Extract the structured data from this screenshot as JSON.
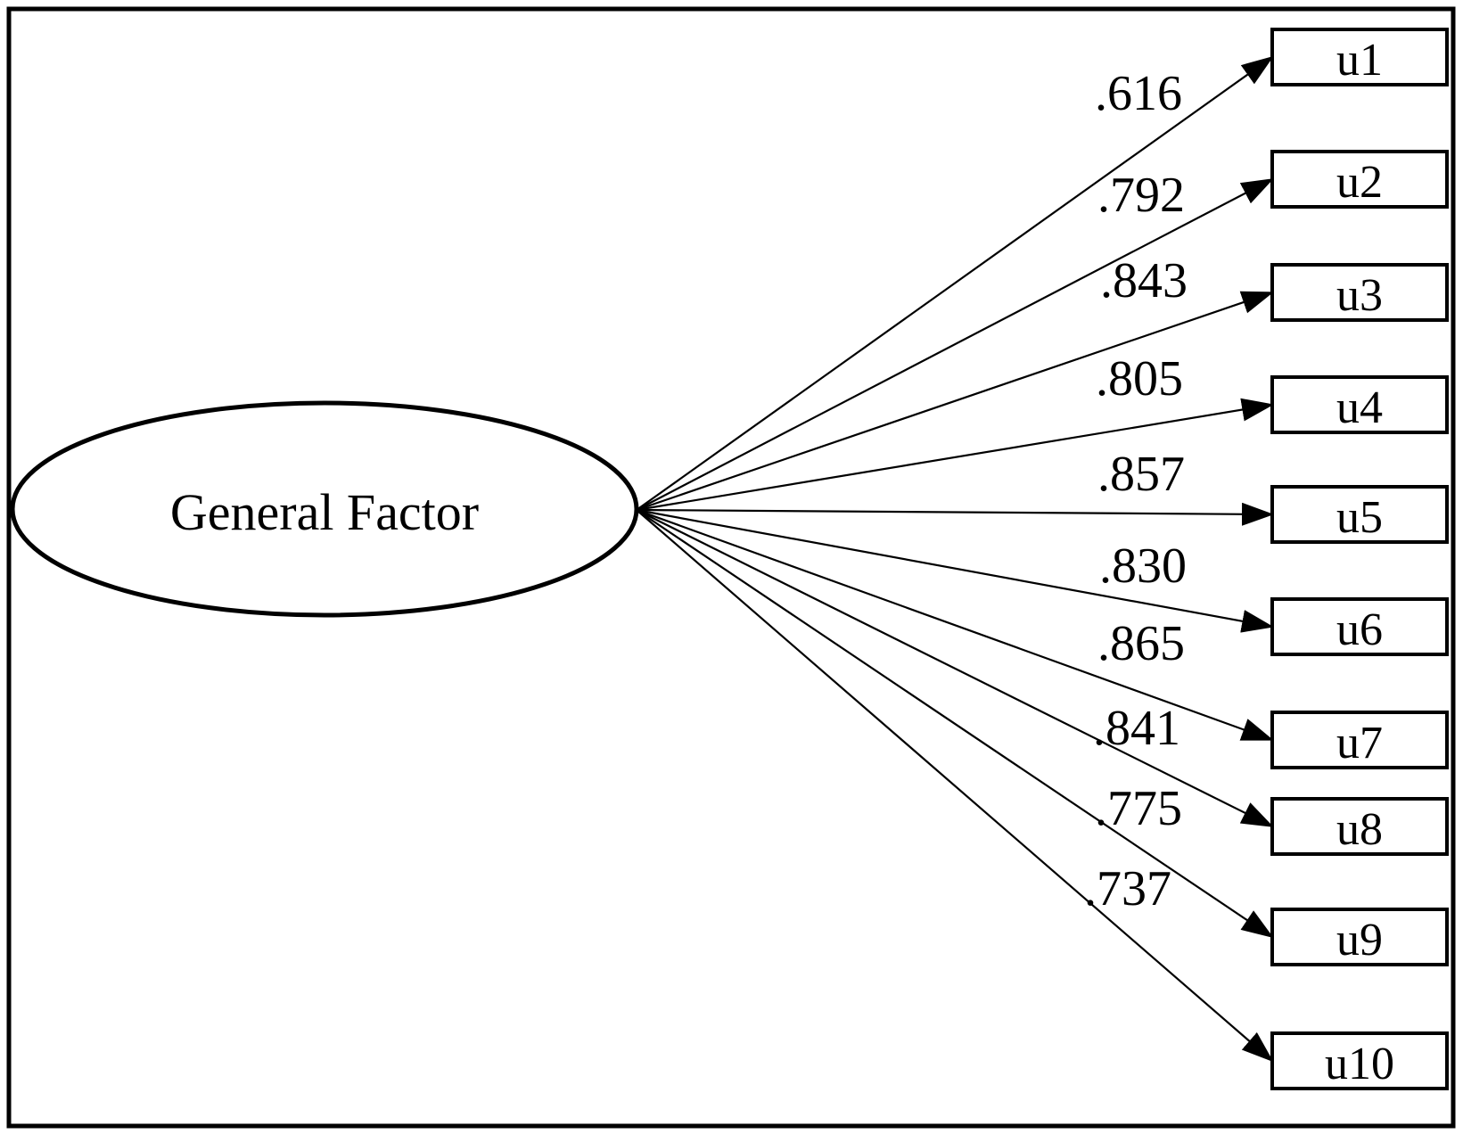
{
  "colors": {
    "background": "#ffffff",
    "stroke": "#000000",
    "text": "#000000"
  },
  "diagram": {
    "type": "factor-path-diagram",
    "factor": {
      "label": "General Factor"
    },
    "indicators": [
      {
        "label": "u1",
        "loading": ".616"
      },
      {
        "label": "u2",
        "loading": ".792"
      },
      {
        "label": "u3",
        "loading": ".843"
      },
      {
        "label": "u4",
        "loading": ".805"
      },
      {
        "label": "u5",
        "loading": ".857"
      },
      {
        "label": "u6",
        "loading": ".830"
      },
      {
        "label": "u7",
        "loading": ".865"
      },
      {
        "label": "u8",
        "loading": ".841"
      },
      {
        "label": "u9",
        "loading": ".775"
      },
      {
        "label": "u10",
        "loading": ".737"
      }
    ]
  }
}
